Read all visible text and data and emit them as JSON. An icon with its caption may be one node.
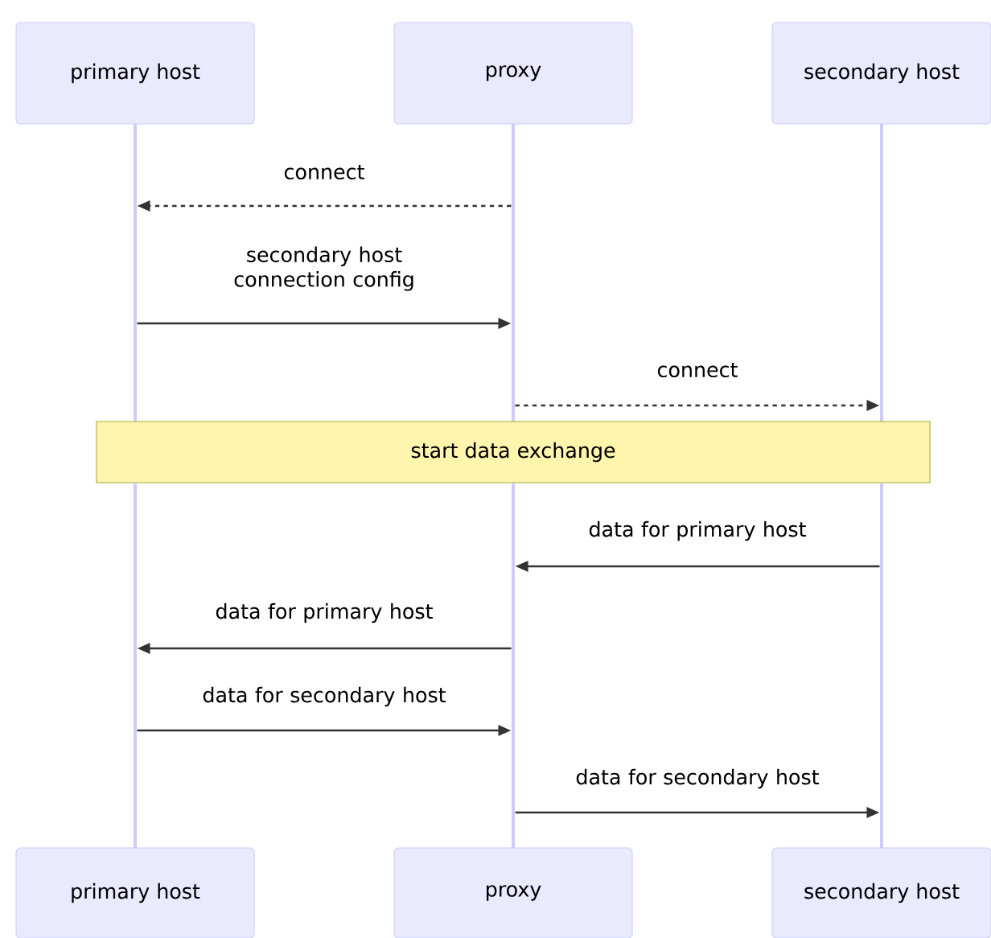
{
  "diagram": {
    "nodes": [
      {
        "text": [
          "primary host"
        ]
      },
      {
        "text": [
          "proxy"
        ]
      },
      {
        "text": [
          "secondary host"
        ]
      },
      {
        "text": [],
        "shape": "bar"
      },
      {
        "text": [],
        "shape": "bar"
      },
      {
        "text": [],
        "shape": "bar"
      },
      {
        "text": [
          "start data exchange"
        ]
      },
      {
        "text": [],
        "shape": "bar"
      },
      {
        "text": [],
        "shape": "bar"
      },
      {
        "text": [],
        "shape": "bar"
      },
      {
        "text": [
          "primary host"
        ]
      },
      {
        "text": [
          "proxy"
        ]
      },
      {
        "text": [
          "secondary host"
        ]
      }
    ],
    "edges": [
      {
        "from": 4,
        "to": 3,
        "arrow": "to",
        "label": "connect",
        "style": "dashed"
      },
      {
        "from": 3,
        "to": 4,
        "arrow": "to",
        "label": "secondary host connection config"
      },
      {
        "from": 4,
        "to": 5,
        "arrow": "to",
        "label": "connect",
        "style": "dashed"
      },
      {
        "from": 9,
        "to": 8,
        "arrow": "to",
        "label": "data for primary host"
      },
      {
        "from": 8,
        "to": 7,
        "arrow": "to",
        "label": "data for primary host"
      },
      {
        "from": 7,
        "to": 8,
        "arrow": "to",
        "label": "data for secondary host"
      },
      {
        "from": 8,
        "to": 9,
        "arrow": "to",
        "label": "data for secondary host"
      }
    ]
  }
}
